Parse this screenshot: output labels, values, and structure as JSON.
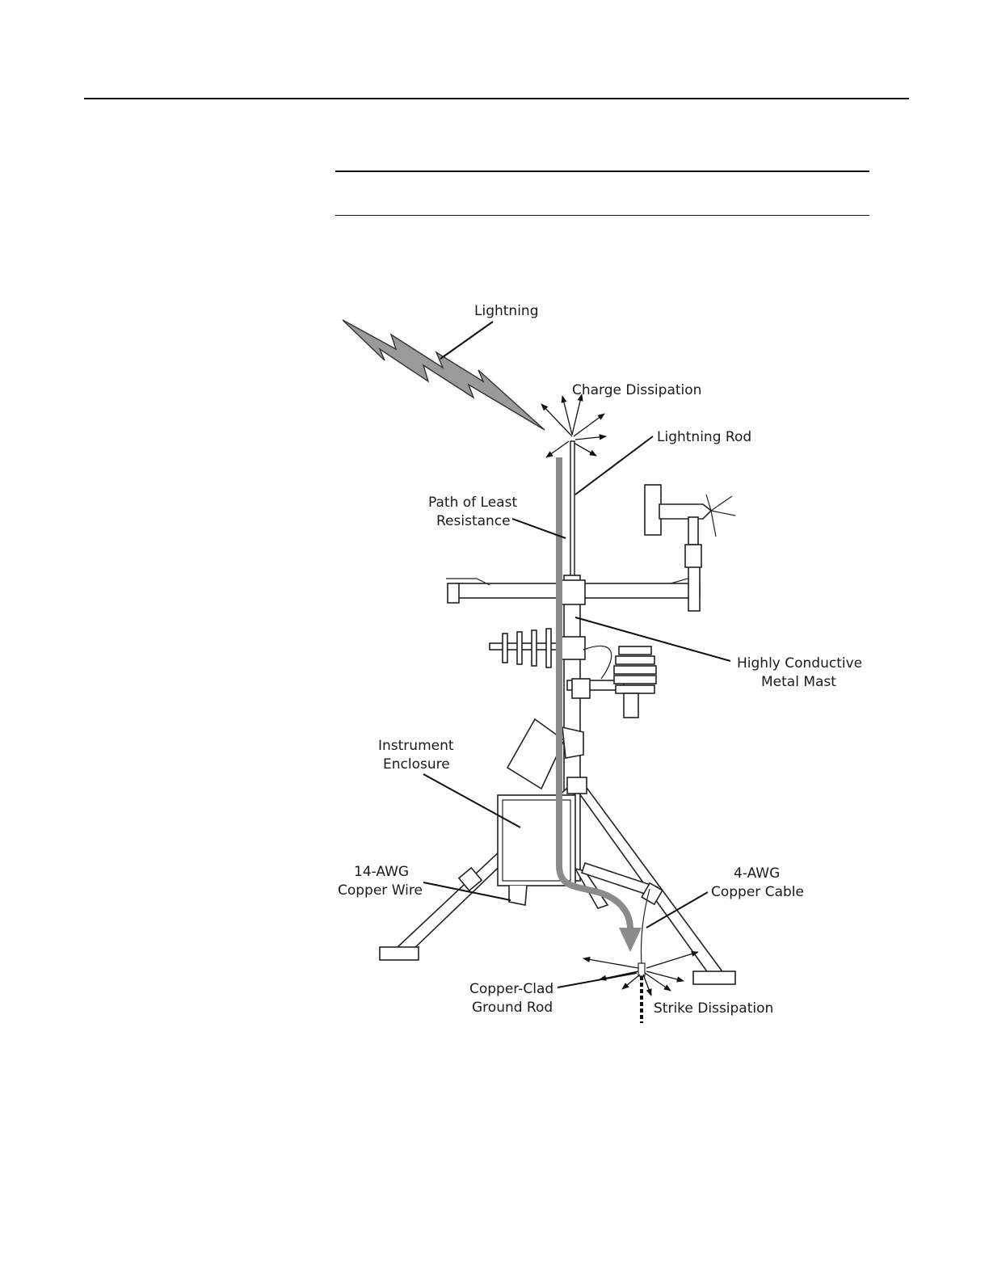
{
  "labels": {
    "lightning": "Lightning",
    "charge_dissipation": "Charge Dissipation",
    "lightning_rod": "Lightning Rod",
    "path_line1": "Path of Least",
    "path_line2": "Resistance",
    "mast_line1": "Highly Conductive",
    "mast_line2": "Metal Mast",
    "enclosure_line1": "Instrument",
    "enclosure_line2": "Enclosure",
    "wire_line1": "14-AWG",
    "wire_line2": "Copper Wire",
    "cable_line1": "4-AWG",
    "cable_line2": "Copper Cable",
    "rod_line1": "Copper-Clad",
    "rod_line2": "Ground Rod",
    "strike_dissipation": "Strike Dissipation"
  }
}
